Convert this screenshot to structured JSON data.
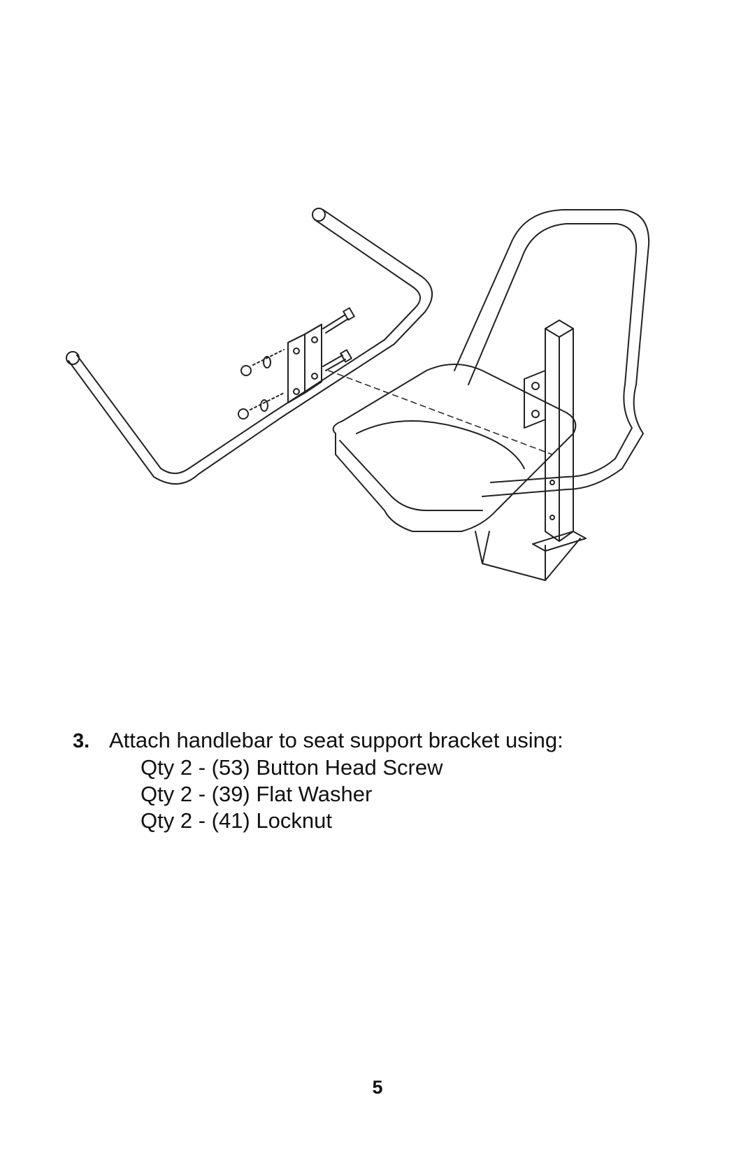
{
  "step": {
    "number": "3.",
    "instruction": "Attach handlebar to seat support bracket using:",
    "parts": [
      "Qty 2 - (53) Button Head Screw",
      "Qty 2 - (39) Flat Washer",
      "Qty 2 - (41) Locknut"
    ]
  },
  "page_number": "5"
}
